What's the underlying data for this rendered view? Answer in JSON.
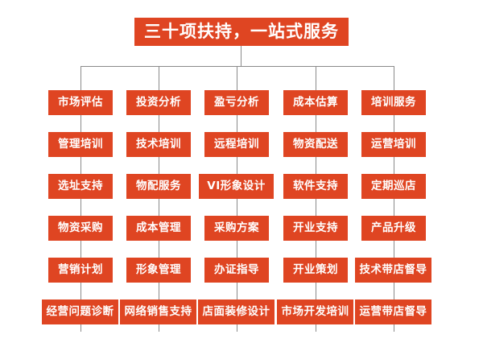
{
  "chart": {
    "type": "org-chart",
    "title": "三十项扶持，一站式服务",
    "accent_color": "#DF4522",
    "text_color": "#FFFFFF",
    "connector_color": "#8A8A8A",
    "background_color": "#FFFFFF",
    "columns": [
      {
        "header": "市场评估",
        "items": [
          "管理培训",
          "选址支持",
          "物资采购",
          "营销计划",
          "经营问题诊断"
        ]
      },
      {
        "header": "投资分析",
        "items": [
          "技术培训",
          "物配服务",
          "成本管理",
          "形象管理",
          "网络销售支持"
        ]
      },
      {
        "header": "盈亏分析",
        "items": [
          "远程培训",
          "VI形象设计",
          "采购方案",
          "办证指导",
          "店面装修设计"
        ]
      },
      {
        "header": "成本估算",
        "items": [
          "物资配送",
          "软件支持",
          "开业支持",
          "开业策划",
          "市场开发培训"
        ]
      },
      {
        "header": "培训服务",
        "items": [
          "运营培训",
          "定期巡店",
          "产品升级",
          "技术带店督导",
          "运营带店督导"
        ]
      }
    ],
    "rows": [
      {
        "index": 0,
        "size": "w4",
        "cells": [
          "市场评估",
          "投资分析",
          "盈亏分析",
          "成本估算",
          "培训服务"
        ]
      },
      {
        "index": 1,
        "size": "w4",
        "cells": [
          "管理培训",
          "技术培训",
          "远程培训",
          "物资配送",
          "运营培训"
        ]
      },
      {
        "index": 2,
        "size": "w4",
        "cells": [
          "选址支持",
          "物配服务",
          "VI形象设计",
          "软件支持",
          "定期巡店"
        ]
      },
      {
        "index": 3,
        "size": "w4",
        "cells": [
          "物资采购",
          "成本管理",
          "采购方案",
          "开业支持",
          "产品升级"
        ]
      },
      {
        "index": 4,
        "size": "w4",
        "cells": [
          "营销计划",
          "形象管理",
          "办证指导",
          "开业策划",
          "技术带店督导"
        ]
      },
      {
        "index": 5,
        "size": "w6",
        "cells": [
          "经营问题诊断",
          "网络销售支持",
          "店面装修设计",
          "市场开发培训",
          "运营带店督导"
        ]
      }
    ]
  }
}
